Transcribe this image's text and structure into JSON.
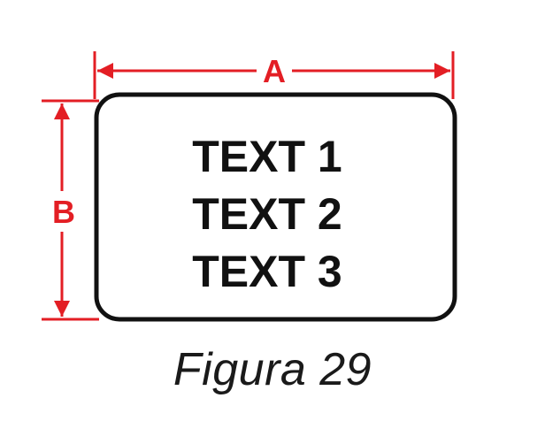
{
  "dimensions": {
    "width_label": "A",
    "height_label": "B",
    "color": "#e31e24"
  },
  "label": {
    "lines": [
      "TEXT 1",
      "TEXT 2",
      "TEXT 3"
    ],
    "border_color": "#111111"
  },
  "caption": "Figura 29"
}
